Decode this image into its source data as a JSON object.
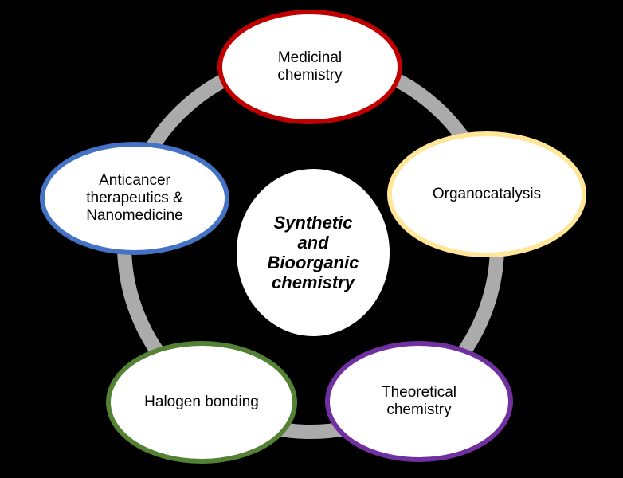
{
  "diagram": {
    "background_color": "#000000",
    "ring_color": "#ABABAB",
    "node_fill_color": "#FFFFFF",
    "text_color": "#000000",
    "center": {
      "label": "Synthetic and Bioorganic chemistry",
      "lines": [
        "Synthetic",
        "and",
        "Bioorganic",
        "chemistry"
      ],
      "fill_color": "#FFFFFF"
    },
    "nodes": [
      {
        "id": "medicinal-chemistry",
        "label": "Medicinal chemistry",
        "lines": [
          "Medicinal",
          "chemistry"
        ],
        "border_color": "#C00000",
        "position": "top"
      },
      {
        "id": "organocatalysis",
        "label": "Organocatalysis",
        "lines": [
          "Organocatalysis"
        ],
        "border_color": "#FFE699",
        "position": "right"
      },
      {
        "id": "theoretical-chemistry",
        "label": "Theoretical chemistry",
        "lines": [
          "Theoretical",
          "chemistry"
        ],
        "border_color": "#7030A0",
        "position": "bottom-right"
      },
      {
        "id": "halogen-bonding",
        "label": "Halogen bonding",
        "lines": [
          "Halogen bonding"
        ],
        "border_color": "#548235",
        "position": "bottom-left"
      },
      {
        "id": "anticancer-therapeutics-nanomedicine",
        "label": "Anticancer therapeutics & Nanomedicine",
        "lines": [
          "Anticancer",
          "therapeutics &",
          "Nanomedicine"
        ],
        "border_color": "#4472C4",
        "position": "left"
      }
    ]
  }
}
